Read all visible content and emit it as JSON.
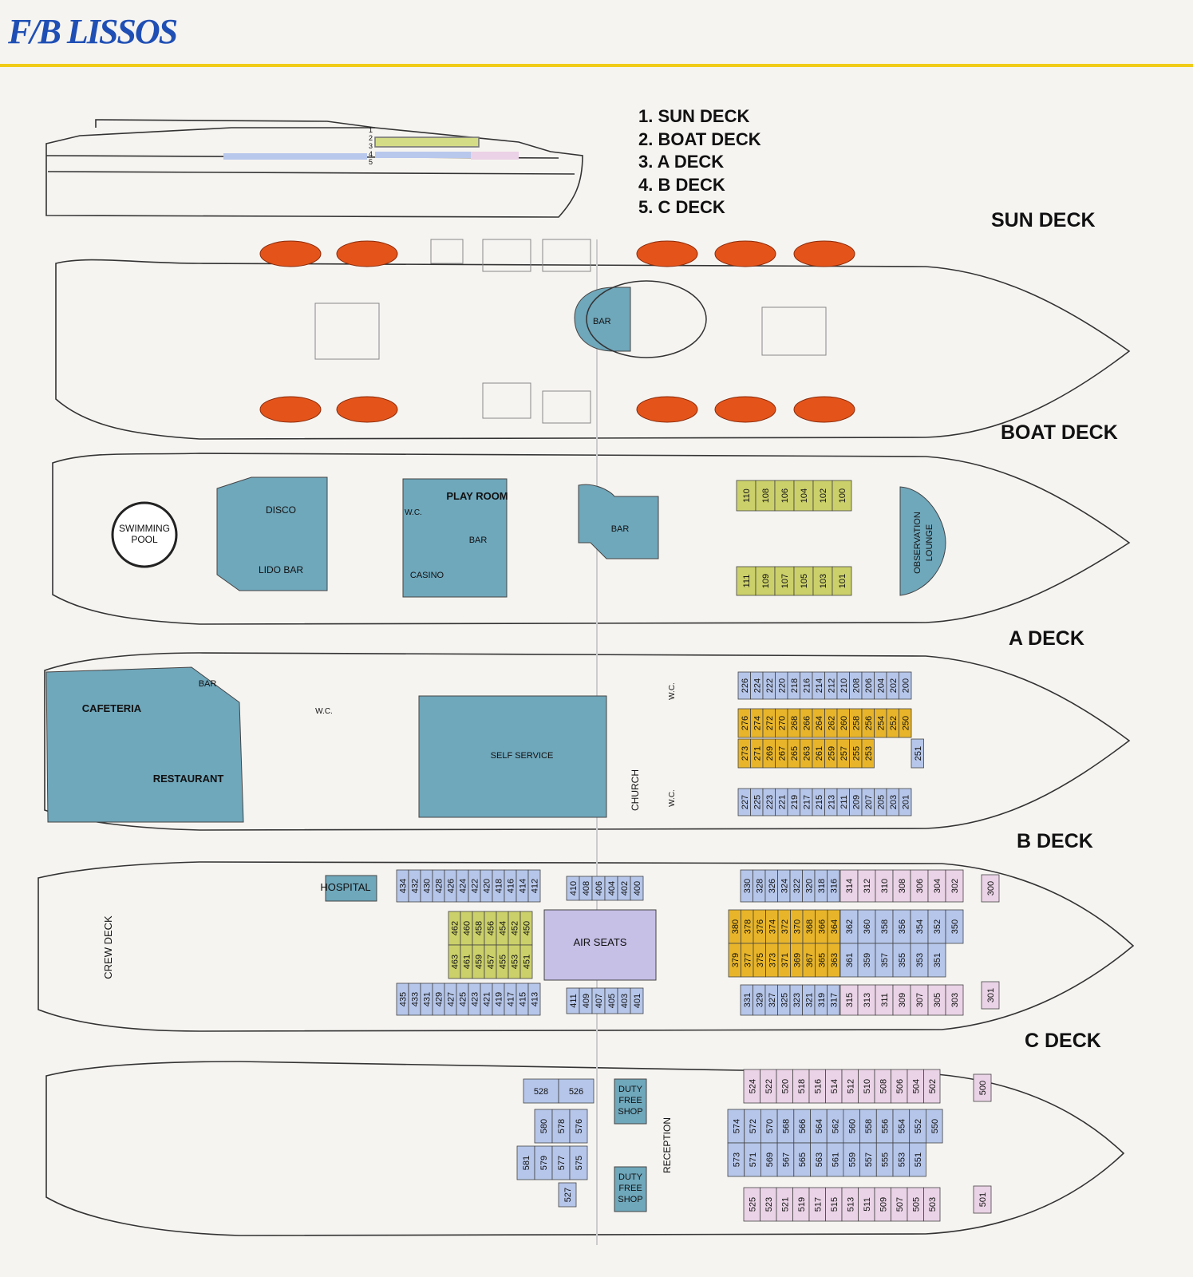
{
  "header": {
    "title": "F/B LISSOS"
  },
  "legend": [
    "1. SUN DECK",
    "2. BOAT DECK",
    "3. A DECK",
    "4. B DECK",
    "5. C DECK"
  ],
  "profile_numbers": [
    "1",
    "2",
    "3",
    "4",
    "5"
  ],
  "deck_headings": {
    "sun": "SUN DECK",
    "boat": "BOAT DECK",
    "a": "A DECK",
    "b": "B DECK",
    "c": "C DECK"
  },
  "colors": {
    "lounge": "#6fa7bb",
    "cabin_yellow": "#cbd06a",
    "cabin_orange": "#e8b52a",
    "cabin_blue": "#b6c6ea",
    "cabin_pink": "#ead3e6",
    "air_seats": "#c6bfe6",
    "lifeboat": "#e4541a",
    "title": "#1f4fb4",
    "rule": "#f0cc18"
  },
  "sun_deck": {
    "bar": "BAR"
  },
  "boat_deck": {
    "swimming_pool": [
      "SWIMMING",
      "POOL"
    ],
    "disco": "DISCO",
    "lido_bar": "LIDO BAR",
    "wc": "W.C.",
    "play_room": "PLAY ROOM",
    "casino": "CASINO",
    "bar1": "BAR",
    "bar2": "BAR",
    "observation_lounge": [
      "OBSERVATION",
      "LOUNGE"
    ],
    "cabins_top": [
      "110",
      "108",
      "106",
      "104",
      "102",
      "100"
    ],
    "cabins_bottom": [
      "111",
      "109",
      "107",
      "105",
      "103",
      "101"
    ]
  },
  "a_deck": {
    "cafeteria": "CAFETERIA",
    "restaurant": "RESTAURANT",
    "bar": "BAR",
    "wc1": "W.C.",
    "self_service": "SELF SERVICE",
    "church": "CHURCH",
    "wc2": "W.C.",
    "wc3": "W.C.",
    "cabins_top": [
      "226",
      "224",
      "222",
      "220",
      "218",
      "216",
      "214",
      "212",
      "210",
      "208",
      "206",
      "204",
      "202",
      "200"
    ],
    "cabins_mid_top": [
      "276",
      "274",
      "272",
      "270",
      "268",
      "266",
      "264",
      "262",
      "260",
      "258",
      "256",
      "254",
      "252",
      "250"
    ],
    "cabins_mid_bottom": [
      "273",
      "271",
      "269",
      "267",
      "265",
      "263",
      "261",
      "259",
      "257",
      "255",
      "253"
    ],
    "cabin_251": "251",
    "cabins_bottom": [
      "227",
      "225",
      "223",
      "221",
      "219",
      "217",
      "215",
      "213",
      "211",
      "209",
      "207",
      "205",
      "203",
      "201"
    ]
  },
  "b_deck": {
    "crew_deck": "CREW DECK",
    "hospital": "HOSPITAL",
    "air_seats": "AIR SEATS",
    "cabins_top_left": [
      "434",
      "432",
      "430",
      "428",
      "426",
      "424",
      "422",
      "420",
      "418",
      "416",
      "414",
      "412"
    ],
    "cabins_top_mid": [
      "410",
      "408",
      "406",
      "404",
      "402",
      "400"
    ],
    "cabins_bottom_left": [
      "435",
      "433",
      "431",
      "429",
      "427",
      "425",
      "423",
      "421",
      "419",
      "417",
      "415",
      "413"
    ],
    "cabins_bottom_mid": [
      "411",
      "409",
      "407",
      "405",
      "403",
      "401"
    ],
    "yellow_top": [
      "462",
      "460",
      "458",
      "456",
      "454",
      "452",
      "450"
    ],
    "yellow_bottom": [
      "463",
      "461",
      "459",
      "457",
      "455",
      "453",
      "451"
    ],
    "cabins_top_right_blue": [
      "330",
      "328",
      "326",
      "324",
      "322",
      "320",
      "318",
      "316"
    ],
    "cabins_top_right_pink": [
      "314",
      "312",
      "310",
      "308",
      "306",
      "304",
      "302"
    ],
    "cabin_300": "300",
    "orange_top": [
      "380",
      "378",
      "376",
      "374",
      "372",
      "370",
      "368",
      "366",
      "364"
    ],
    "orange_bottom": [
      "379",
      "377",
      "375",
      "373",
      "371",
      "369",
      "367",
      "365",
      "363"
    ],
    "blue_inner_top": [
      "362",
      "360",
      "358",
      "356",
      "354",
      "352",
      "350"
    ],
    "blue_inner_bottom": [
      "361",
      "359",
      "357",
      "355",
      "353",
      "351"
    ],
    "cabins_bottom_right_blue": [
      "331",
      "329",
      "327",
      "325",
      "323",
      "321",
      "319",
      "317"
    ],
    "cabins_bottom_right_pink": [
      "315",
      "313",
      "311",
      "309",
      "307",
      "305",
      "303"
    ],
    "cabin_301": "301"
  },
  "c_deck": {
    "duty_free_1": [
      "DUTY",
      "FREE",
      "SHOP"
    ],
    "duty_free_2": [
      "DUTY",
      "FREE",
      "SHOP"
    ],
    "reception": "RECEPTION",
    "block_left_top": [
      "528",
      "526"
    ],
    "block_left_mid": [
      "580",
      "578",
      "576"
    ],
    "block_left_bottom": [
      "581",
      "579",
      "577",
      "575"
    ],
    "cabin_527": "527",
    "pink_top": [
      "524",
      "522",
      "520",
      "518",
      "516",
      "514",
      "512",
      "510",
      "508",
      "506",
      "504",
      "502"
    ],
    "cabin_500": "500",
    "blue_top": [
      "574",
      "572",
      "570",
      "568",
      "566",
      "564",
      "562",
      "560",
      "558",
      "556",
      "554",
      "552",
      "550"
    ],
    "blue_bottom": [
      "573",
      "571",
      "569",
      "567",
      "565",
      "563",
      "561",
      "559",
      "557",
      "555",
      "553",
      "551"
    ],
    "pink_bottom": [
      "525",
      "523",
      "521",
      "519",
      "517",
      "515",
      "513",
      "511",
      "509",
      "507",
      "505",
      "503"
    ],
    "cabin_501": "501"
  }
}
